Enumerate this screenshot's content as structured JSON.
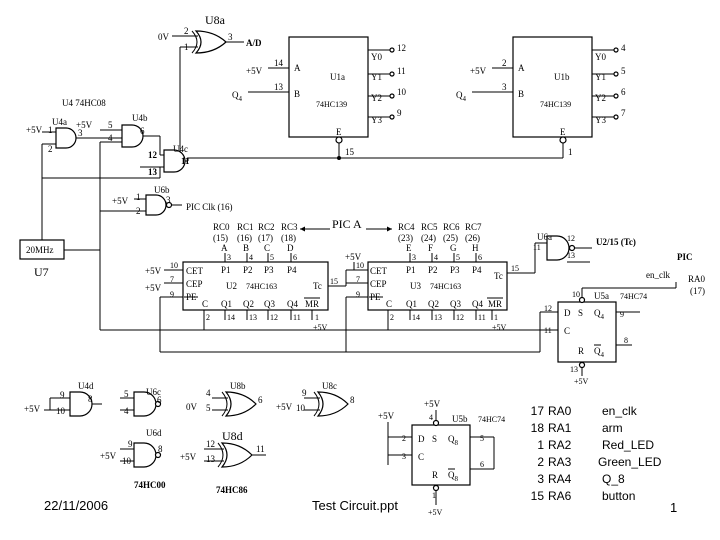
{
  "u8a": {
    "name": "U8a",
    "in1": "0V",
    "pin2": "2",
    "pin1": "1",
    "pin3": "3",
    "out": "A/D"
  },
  "u1a": {
    "name": "U1a",
    "part": "74HC139",
    "vcc": "+5V",
    "pa": "14",
    "a": "A",
    "q": "Q",
    "q_sub": "4",
    "pb": "13",
    "b": "B",
    "e": "E",
    "pe": "15",
    "ys": [
      "Y0",
      "Y1",
      "Y2",
      "Y3"
    ],
    "ypins": [
      "12",
      "11",
      "10",
      "9"
    ]
  },
  "u1b": {
    "name": "U1b",
    "part": "74HC139",
    "vcc": "+5V",
    "pa": "2",
    "a": "A",
    "q": "Q",
    "q_sub": "4",
    "pb": "3",
    "b": "B",
    "e": "E",
    "pe": "1",
    "ys": [
      "Y0",
      "Y1",
      "Y2",
      "Y3"
    ],
    "ypins": [
      "4",
      "5",
      "6",
      "7"
    ]
  },
  "u4": {
    "title": "U4  74HC08",
    "u4a": "U4a",
    "u4b": "U4b",
    "u4c": "U4c",
    "vcc1": "+5V",
    "vcc2": "+5V",
    "p1": "1",
    "p2": "2",
    "p3": "3",
    "p5": "5",
    "p4": "4",
    "p6": "6",
    "p12": "12",
    "p13": "13",
    "p11": "11"
  },
  "u6b": {
    "name": "U6b",
    "vcc": "+5V",
    "p1": "1",
    "p2": "2",
    "p3": "3",
    "out": "PIC Clk (16)"
  },
  "osc": {
    "freq": "20MHz",
    "name": "U7"
  },
  "pic_a": {
    "label": "PIC A",
    "left_names": [
      "RC0",
      "RC1",
      "RC2",
      "RC3"
    ],
    "left_pins": [
      "(15)",
      "(16)",
      "(17)",
      "(18)"
    ],
    "left_letters": [
      "A",
      "B",
      "C",
      "D"
    ],
    "right_names": [
      "RC4",
      "RC5",
      "RC6",
      "RC7"
    ],
    "right_pins": [
      "(23)",
      "(24)",
      "(25)",
      "(26)"
    ],
    "right_letters": [
      "E",
      "F",
      "G",
      "H"
    ]
  },
  "u2": {
    "name": "U2",
    "part": "74HC163",
    "cet": "CET",
    "cep": "CEP",
    "pe": "PE",
    "c": "C",
    "tc": "Tc",
    "mr": "MR",
    "ps": [
      "P1",
      "P2",
      "P3",
      "P4"
    ],
    "pps": [
      "3",
      "4",
      "5",
      "6"
    ],
    "qs": [
      "Q1",
      "Q2",
      "Q3",
      "Q4"
    ],
    "qps": [
      "14",
      "13",
      "12",
      "11"
    ],
    "p10": "10",
    "p7": "7",
    "p9": "9",
    "p2": "2",
    "p15": "15",
    "p1": "1",
    "vcc1": "+5V",
    "vcc2": "+5V",
    "vcc3": "+5V"
  },
  "u3": {
    "name": "U3",
    "part": "74HC163",
    "cet": "CET",
    "cep": "CEP",
    "pe": "PE",
    "c": "C",
    "tc": "Tc",
    "mr": "MR",
    "ps": [
      "P1",
      "P2",
      "P3",
      "P4"
    ],
    "pps": [
      "3",
      "4",
      "5",
      "6"
    ],
    "qs": [
      "Q1",
      "Q2",
      "Q3",
      "Q4"
    ],
    "qps": [
      "14",
      "13",
      "12",
      "11"
    ],
    "p10": "10",
    "p7": "7",
    "p9": "9",
    "p2": "2",
    "p15": "15",
    "p1": "1",
    "vcc1": "+5V",
    "vcc2": "+5V"
  },
  "u6a": {
    "name": "U6a",
    "p11": "11",
    "p12": "12",
    "p13": "13",
    "out": "U2/15 (Tc)"
  },
  "u5a": {
    "name": "U5a",
    "part": "74HC74",
    "d": "D",
    "s": "S",
    "q": "Q",
    "q_sub": "4",
    "c": "C",
    "r": "R",
    "qb": "Q",
    "qb_sub": "4",
    "p10": "10",
    "p12": "12",
    "p11": "11",
    "p9": "9",
    "p8": "8",
    "p13": "13",
    "vcc": "+5V",
    "pic": "PIC",
    "en": "en_clk",
    "ra0": "RA0",
    "ra0_pin": "(17)"
  },
  "spares": {
    "u4d": "U4d",
    "u4d_vcc": "+5V",
    "u4d_p9": "9",
    "u4d_p10": "10",
    "u4d_p8": "8",
    "u6c": "U6c",
    "u6c_p5": "5",
    "u6c_p4": "4",
    "u6c_p6": "6",
    "u6d": "U6d",
    "u6d_vcc": "+5V",
    "u6d_p9": "9",
    "u6d_p10": "10",
    "u6d_p8": "8",
    "u6_part": "74HC00",
    "u8b": "U8b",
    "u8b_in": "0V",
    "u8b_p4": "4",
    "u8b_p5": "5",
    "u8b_p6": "6",
    "u8c": "U8c",
    "u8c_vcc": "+5V",
    "u8c_p9": "9",
    "u8c_p10": "10",
    "u8c_p8": "8",
    "u8d": "U8d",
    "u8d_vcc": "+5V",
    "u8d_p12": "12",
    "u8d_p13": "13",
    "u8d_p11": "11",
    "u8_part": "74HC86"
  },
  "u5b": {
    "name": "U5b",
    "part": "74HC74",
    "d": "D",
    "s": "S",
    "q": "Q",
    "q_sub": "8",
    "c": "C",
    "r": "R",
    "qb": "Q",
    "qb_sub": "8",
    "vcc_top": "+5V",
    "vcc_left": "+5V",
    "vcc_bottom": "+5V",
    "p4": "4",
    "p2": "2",
    "p3": "3",
    "p5": "5",
    "p6": "6",
    "p1": "1"
  },
  "pin_table": {
    "rows": [
      {
        "pin": "17",
        "port": "RA0",
        "signal": "en_clk"
      },
      {
        "pin": "18",
        "port": "RA1",
        "signal": "arm"
      },
      {
        "pin": "1",
        "port": "RA2",
        "signal": "Red_LED"
      },
      {
        "pin": "2",
        "port": "RA3",
        "signal": "Green_LED"
      },
      {
        "pin": "3",
        "port": "RA4",
        "signal": "Q_8"
      },
      {
        "pin": "15",
        "port": "RA6",
        "signal": "button"
      }
    ]
  },
  "footer": {
    "date": "22/11/2006",
    "file": "Test Circuit.ppt",
    "page": "1"
  }
}
